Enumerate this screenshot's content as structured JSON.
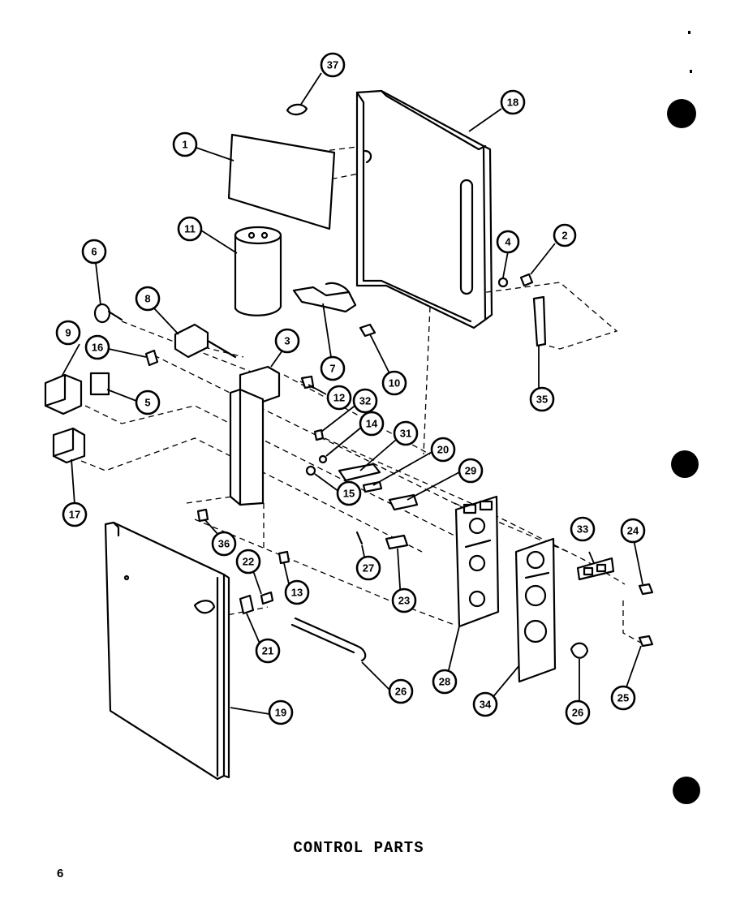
{
  "title": "CONTROL PARTS",
  "page_number": "6",
  "callouts": [
    "37",
    "18",
    "1",
    "11",
    "4",
    "2",
    "6",
    "8",
    "3",
    "7",
    "10",
    "35",
    "9",
    "16",
    "5",
    "12",
    "32",
    "14",
    "31",
    "20",
    "29",
    "15",
    "17",
    "36",
    "22",
    "13",
    "27",
    "23",
    "33",
    "24",
    "21",
    "26",
    "28",
    "34",
    "26",
    "25",
    "19"
  ]
}
